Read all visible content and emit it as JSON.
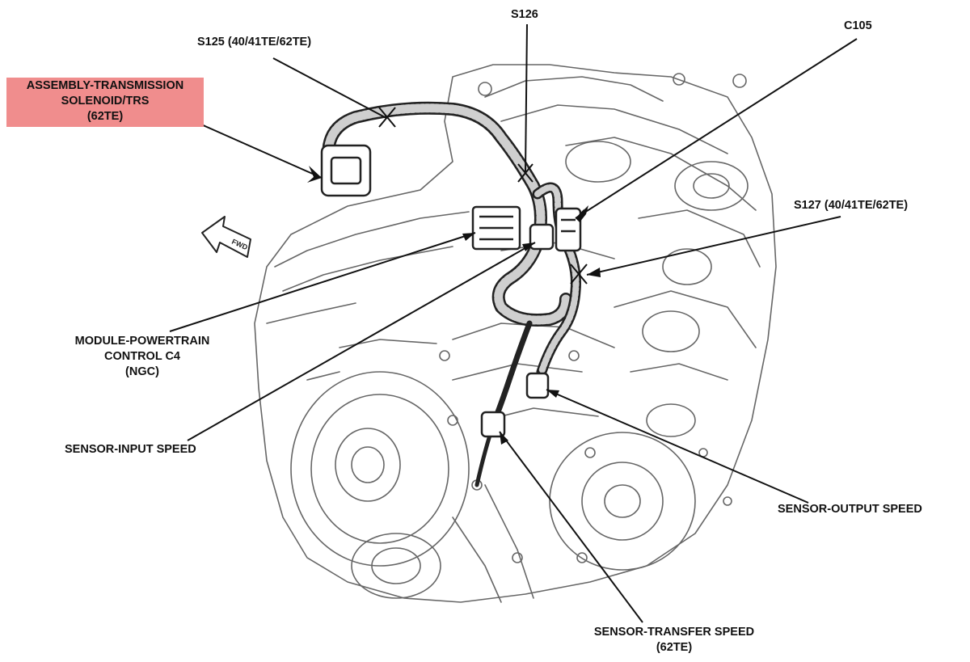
{
  "labels": {
    "s125": "S125 (40/41TE/62TE)",
    "s126": "S126",
    "c105": "C105",
    "s127": "S127 (40/41TE/62TE)",
    "assembly": [
      "ASSEMBLY-TRANSMISSION",
      "SOLENOID/TRS",
      "(62TE)"
    ],
    "pcm": [
      "MODULE-POWERTRAIN",
      "CONTROL C4",
      "(NGC)"
    ],
    "input_speed": "SENSOR-INPUT SPEED",
    "output_speed": "SENSOR-OUTPUT SPEED",
    "transfer_speed": [
      "SENSOR-TRANSFER SPEED",
      "(62TE)"
    ]
  },
  "fwd_arrow_text": "FWD",
  "colors": {
    "highlight": "#f08d8d",
    "line": "#111111",
    "drawing": "#666666"
  },
  "icons": [
    "fwd-arrow-icon",
    "splice-x-icon",
    "connector-icon"
  ]
}
